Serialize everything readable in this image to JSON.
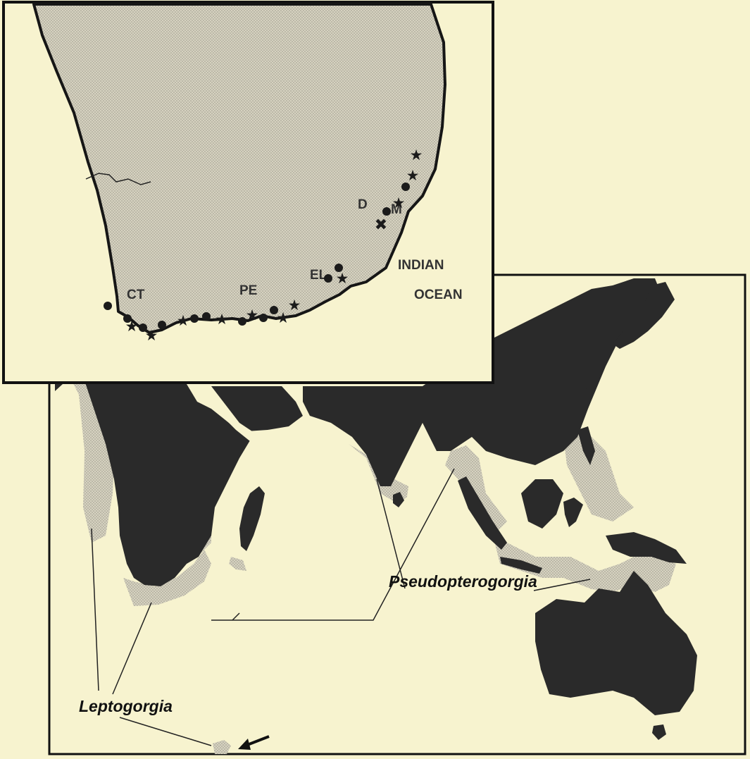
{
  "inset_map": {
    "ocean_label_line1": "INDIAN",
    "ocean_label_line2": "OCEAN",
    "localities": [
      {
        "code": "M"
      },
      {
        "code": "D"
      },
      {
        "code": "EL"
      },
      {
        "code": "PE"
      },
      {
        "code": "CT"
      }
    ]
  },
  "main_map": {
    "taxa": [
      {
        "name": "Pseudopterogorgia"
      },
      {
        "name": "Leptogorgia"
      }
    ]
  },
  "colors": {
    "paper": "#f7f3cf",
    "land_dark": "#2a2a2a",
    "stipple": "#c9c5b4",
    "coast": "#161616"
  }
}
